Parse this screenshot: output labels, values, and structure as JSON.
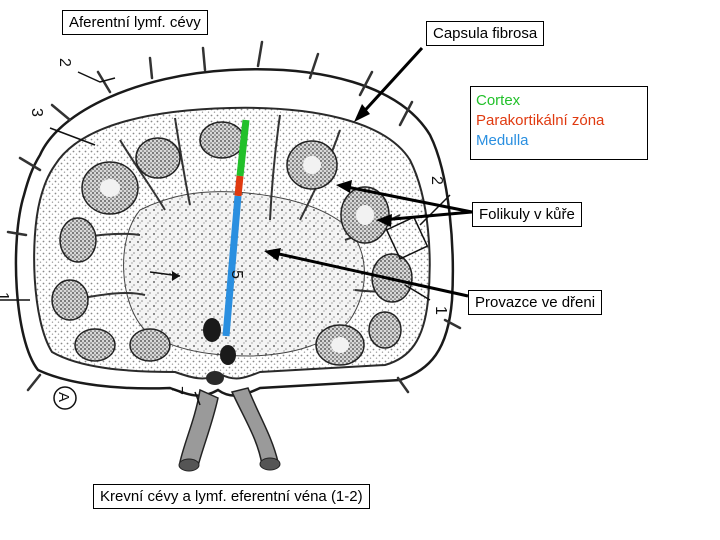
{
  "labels": {
    "afferent": "Aferentní lymf. cévy",
    "capsula": "Capsula fibrosa",
    "cortex": "Cortex",
    "paracortex": "Parakortikální zóna",
    "medulla": "Medulla",
    "folikuly": "Folikuly v kůře",
    "provazce": "Provazce ve dřeni",
    "krevni": "Krevní cévy a lymf. eferentní véna (1-2)"
  },
  "figure_marks": {
    "n2_top": "2",
    "n3_left": "3",
    "n2_right": "2",
    "n5_center": "5",
    "n1_right": "1",
    "n1_left": "1",
    "n7_bottom": "7",
    "panel_letter": "A"
  },
  "colors": {
    "cortex": "#22c02a",
    "paracortex": "#e03a10",
    "medulla": "#2a8fe0",
    "line": "#000000",
    "tissue": "#6e6e6e",
    "tissue_dark": "#2e2e2e"
  }
}
